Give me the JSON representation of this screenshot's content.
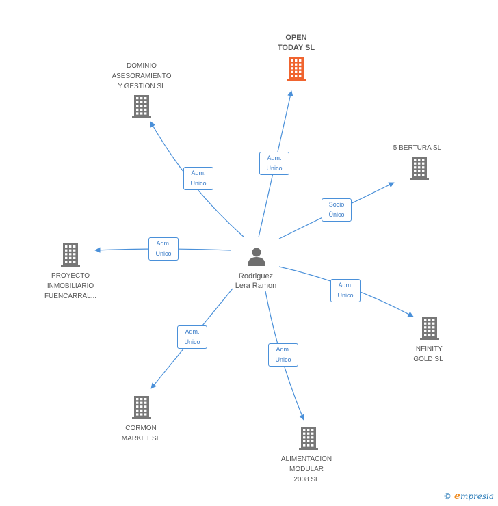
{
  "center": {
    "name": [
      "Rodriguez",
      "Lera Ramon"
    ]
  },
  "colors": {
    "edge": "#4a90d9",
    "building": "#777777",
    "building_highlight": "#f0642f"
  },
  "companies": [
    {
      "id": "open-today",
      "lines": [
        "OPEN",
        "TODAY SL"
      ],
      "highlight": true
    },
    {
      "id": "dominio",
      "lines": [
        "DOMINIO",
        "ASESORAMIENTO",
        "Y GESTION SL"
      ],
      "highlight": false
    },
    {
      "id": "5bertura",
      "lines": [
        "5 BERTURA SL"
      ],
      "highlight": false
    },
    {
      "id": "proyecto",
      "lines": [
        "PROYECTO",
        "INMOBILIARIO",
        "FUENCARRAL..."
      ],
      "highlight": false
    },
    {
      "id": "infinity",
      "lines": [
        "INFINITY",
        "GOLD SL"
      ],
      "highlight": false
    },
    {
      "id": "cormon",
      "lines": [
        "CORMON",
        "MARKET SL"
      ],
      "highlight": false
    },
    {
      "id": "alimentacion",
      "lines": [
        "ALIMENTACION",
        "MODULAR",
        "2008 SL"
      ],
      "highlight": false
    }
  ],
  "relations": [
    {
      "target": "open-today",
      "label": [
        "Adm.",
        "Unico"
      ]
    },
    {
      "target": "dominio",
      "label": [
        "Adm.",
        "Unico"
      ]
    },
    {
      "target": "5bertura",
      "label": [
        "Socio",
        "Único"
      ]
    },
    {
      "target": "proyecto",
      "label": [
        "Adm.",
        "Unico"
      ]
    },
    {
      "target": "infinity",
      "label": [
        "Adm.",
        "Unico"
      ]
    },
    {
      "target": "cormon",
      "label": [
        "Adm.",
        "Unico"
      ]
    },
    {
      "target": "alimentacion",
      "label": [
        "Adm.",
        "Unico"
      ]
    }
  ],
  "brand": {
    "copyright": "©",
    "first_letter": "e",
    "rest": "mpresia"
  }
}
